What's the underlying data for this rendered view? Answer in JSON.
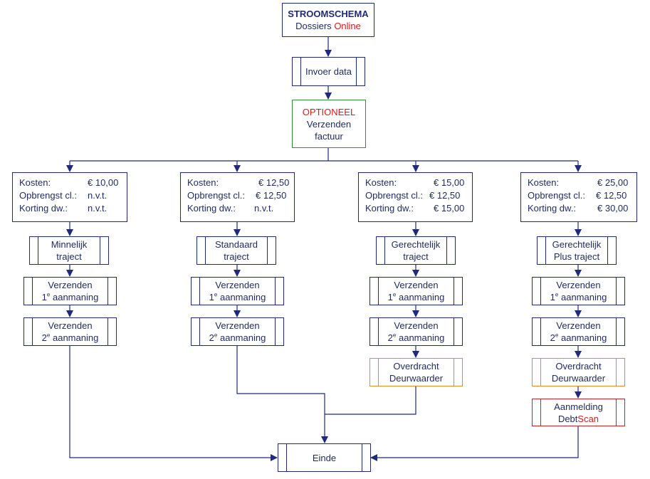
{
  "header": {
    "title": "STROOMSCHEMA",
    "subtitle_prefix": "Dossiers",
    "subtitle_highlight": "Online"
  },
  "invoer": "Invoer data",
  "optioneel": {
    "tag": "OPTIONEEL",
    "line1": "Verzenden",
    "line2": "factuur"
  },
  "labels": {
    "kosten": "Kosten:",
    "opbrengst": "Opbrengst cl.:",
    "korting": "Korting dw.:",
    "verzenden": "Verzenden",
    "aanmaning": "aanmaning",
    "ord1": "1",
    "ord2": "2",
    "ord_sup": "e",
    "overdracht_1": "Overdracht",
    "overdracht_2": "Deurwaarder"
  },
  "columns": [
    {
      "kosten": "€ 10,00",
      "opbrengst": "n.v.t.",
      "korting": "n.v.t.",
      "traject_1": "Minnelijk",
      "traject_2": "traject"
    },
    {
      "kosten": "€ 12,50",
      "opbrengst": "€ 12,50",
      "korting": "n.v.t.",
      "traject_1": "Standaard",
      "traject_2": "traject"
    },
    {
      "kosten": "€ 15,00",
      "opbrengst": "€ 12,50",
      "korting": "€ 15,00",
      "traject_1": "Gerechtelijk",
      "traject_2": "traject"
    },
    {
      "kosten": "€ 25,00",
      "opbrengst": "€ 12,50",
      "korting": "€ 30,00",
      "traject_1": "Gerechtelijk",
      "traject_2": "Plus traject"
    }
  ],
  "aanmelding": {
    "line1": "Aanmelding",
    "prefix": "Debt",
    "highlight": "Scan"
  },
  "einde": "Einde",
  "colors": {
    "line": "#1f2a78",
    "text": "#1f2a5a",
    "highlight_red": "#d0201c",
    "optional_green": "#2e8b3a",
    "deurwaarder_orange": "#e8892a",
    "debtscan_red": "#c0262d"
  }
}
